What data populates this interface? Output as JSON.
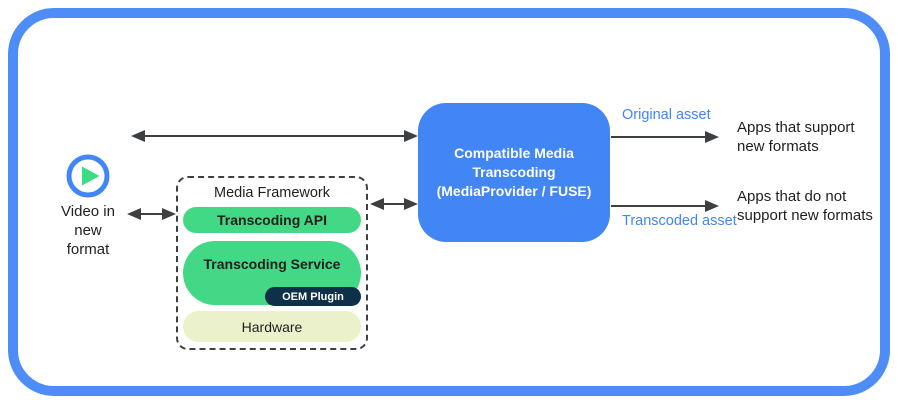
{
  "colors": {
    "frame_border_blue": "#4E8DF7",
    "transcoder_box_blue": "#4285F4",
    "flow_label_blue": "#4285F4",
    "layer_green": "#42D885",
    "plugin_navy": "#0E3049",
    "hardware_pale_green": "#EBF2CB",
    "arrow_gray": "#3C4043",
    "play_triangle_green": "#3DDC84"
  },
  "icons": {
    "play": "play-icon"
  },
  "source": {
    "label": "Video in\nnew\nformat"
  },
  "framework": {
    "title": "Media Framework",
    "layers": [
      {
        "label": "Transcoding API"
      },
      {
        "label": "Transcoding Service",
        "plugin": "OEM Plugin"
      },
      {
        "label": "Hardware"
      }
    ]
  },
  "transcoder": {
    "label": "Compatible Media\nTranscoding\n(MediaProvider / FUSE)"
  },
  "flows": {
    "original": "Original asset",
    "transcoded": "Transcoded asset"
  },
  "apps": {
    "support": "Apps that support\nnew formats",
    "not_support": "Apps that do not\nsupport new formats"
  }
}
